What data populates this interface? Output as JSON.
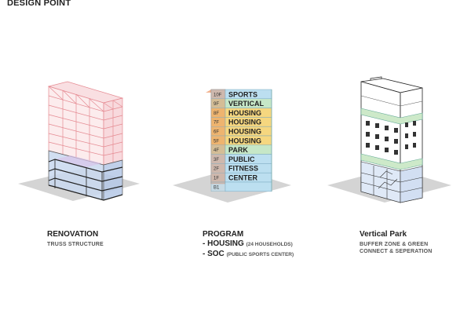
{
  "page_title": "DESIGN POINT",
  "program_floors": [
    {
      "floor": "10F",
      "label": "SPORTS",
      "color": "#bcdff0"
    },
    {
      "floor": "9F",
      "label": "VERTICAL",
      "color": "#c6e7c7"
    },
    {
      "floor": "8F",
      "label": "HOUSING",
      "color": "#f6d77f"
    },
    {
      "floor": "7F",
      "label": "HOUSING",
      "color": "#f6d77f"
    },
    {
      "floor": "6F",
      "label": "HOUSING",
      "color": "#f6d77f"
    },
    {
      "floor": "5F",
      "label": "HOUSING",
      "color": "#f6d77f"
    },
    {
      "floor": "4F",
      "label": "PARK",
      "color": "#c6e7c7"
    },
    {
      "floor": "3F",
      "label": "PUBLIC",
      "color": "#bcdff0"
    },
    {
      "floor": "2F",
      "label": "FITNESS",
      "color": "#bcdff0"
    },
    {
      "floor": "1F",
      "label": "CENTER",
      "color": "#bcdff0"
    },
    {
      "floor": "B1",
      "label": "",
      "color": "#bcdff0"
    }
  ],
  "captions": {
    "renovation": {
      "title": "RENOVATION",
      "subtitle": "TRUSS STRUCTURE"
    },
    "program": {
      "title": "PROGRAM",
      "line1_main": "- HOUSING",
      "line1_note": "(24 HOUSEHOLDS)",
      "line2_main": "- SOC",
      "line2_note": "(PUBLIC SPORTS CENTER)"
    },
    "vertical_park": {
      "title": "Vertical Park",
      "line1": "BUFFER ZONE & GREEN",
      "line2": "CONNECT & SEPERATION"
    }
  },
  "colors": {
    "truss": "#e58a92",
    "glass": "#a9c6ea",
    "accent_orange": "#e58a5c",
    "ground": "#d4d4d4"
  }
}
